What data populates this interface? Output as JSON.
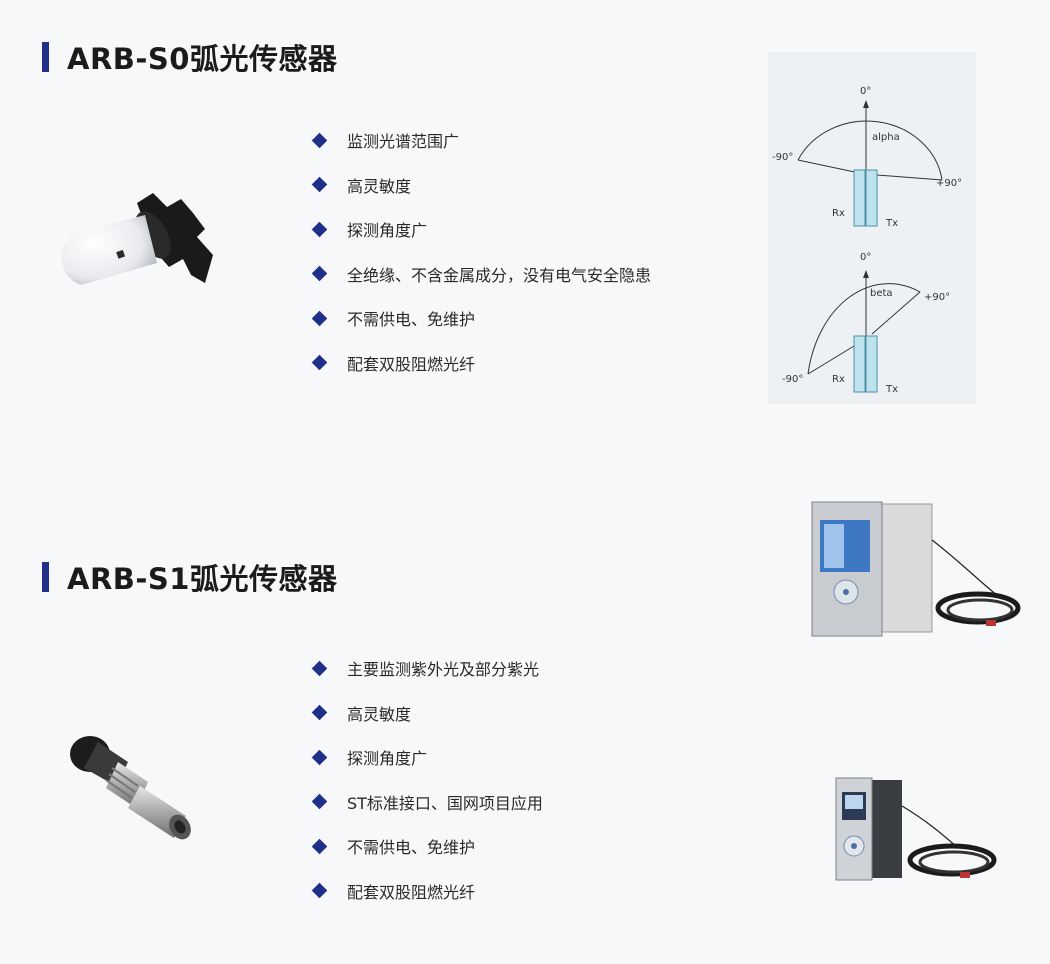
{
  "sections": [
    {
      "title": "ARB-S0弧光传感器",
      "features": [
        "监测光谱范围广",
        "高灵敏度",
        "探测角度广",
        "全绝缘、不含金属成分，没有电气安全隐患",
        "不需供电、免维护",
        "配套双股阻燃光纤"
      ]
    },
    {
      "title": "ARB-S1弧光传感器",
      "features": [
        "主要监测紫外光及部分紫光",
        "高灵敏度",
        "探测角度广",
        "ST标准接口、国网项目应用",
        "不需供电、免维护",
        "配套双股阻燃光纤"
      ]
    }
  ],
  "diagram": {
    "top": {
      "zero": "0°",
      "angle": "alpha",
      "minus": "-90°",
      "plus": "+90°",
      "rx": "Rx",
      "tx": "Tx"
    },
    "bottom": {
      "zero": "0°",
      "angle": "beta",
      "minus": "-90°",
      "plus": "+90°",
      "rx": "Rx",
      "tx": "Tx"
    }
  },
  "colors": {
    "accent": "#1f2f8a",
    "background": "#f7f8fa"
  }
}
